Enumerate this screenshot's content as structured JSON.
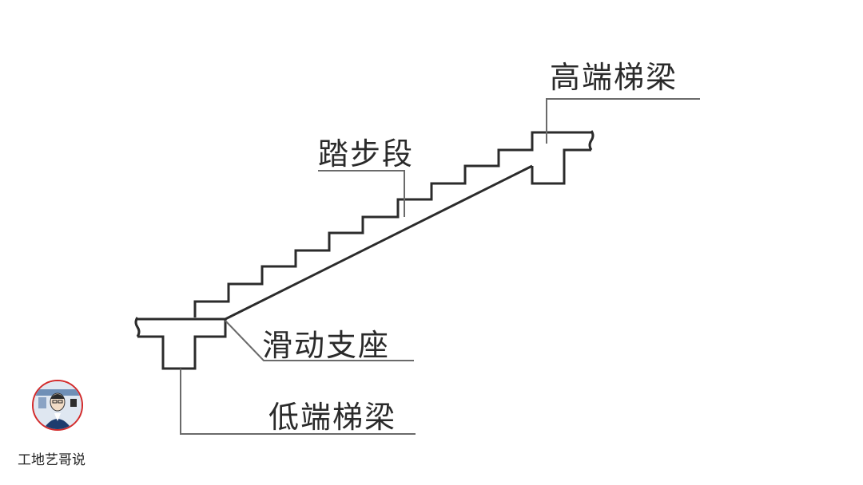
{
  "labels": {
    "high_end_beam": "高端梯梁",
    "step_section": "踏步段",
    "sliding_support": "滑动支座",
    "low_end_beam": "低端梯梁"
  },
  "watermark": {
    "account_name": "工地艺哥说"
  },
  "colors": {
    "line": "#2b2b2b",
    "leader": "#6a6a6a",
    "avatar_border": "#d32b2b"
  }
}
